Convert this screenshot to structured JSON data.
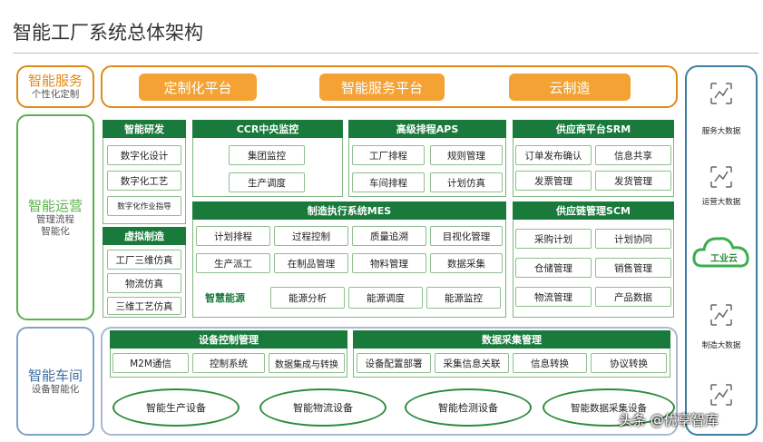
{
  "title": "智能工厂系统总体架构",
  "layers": {
    "service": {
      "main": "智能服务",
      "sub": "个性化定制",
      "color": "#e08a16"
    },
    "operation": {
      "main": "智能运营",
      "sub1": "管理流程",
      "sub2": "智能化",
      "color": "#5bb04a"
    },
    "workshop": {
      "main": "智能车间",
      "sub": "设备智能化",
      "color": "#7ea3c8"
    }
  },
  "service_platforms": [
    "定制化平台",
    "智能服务平台",
    "云制造"
  ],
  "panels": {
    "rnd": {
      "title": "智能研发",
      "items": [
        "数字化设计",
        "数字化工艺",
        "数字化作业指导"
      ]
    },
    "virtual": {
      "title": "虚拟制造",
      "items": [
        "工厂三维仿真",
        "物流仿真",
        "三维工艺仿真"
      ]
    },
    "ccr": {
      "title": "CCR中央监控",
      "items": [
        "集团监控",
        "生产调度"
      ]
    },
    "aps": {
      "title": "高级排程APS",
      "items": [
        "工厂排程",
        "规则管理",
        "车间排程",
        "计划仿真"
      ]
    },
    "srm": {
      "title": "供应商平台SRM",
      "items": [
        "订单发布确认",
        "信息共享",
        "发票管理",
        "发货管理"
      ]
    },
    "mes": {
      "title": "制造执行系统MES",
      "items": [
        "计划排程",
        "过程控制",
        "质量追溯",
        "目视化管理",
        "生产派工",
        "在制品管理",
        "物料管理",
        "数据采集"
      ]
    },
    "energy": {
      "title": "智慧能源",
      "items": [
        "能源分析",
        "能源调度",
        "能源监控"
      ]
    },
    "scm": {
      "title": "供应链管理SCM",
      "items": [
        "采购计划",
        "计划协同",
        "仓储管理",
        "销售管理",
        "物流管理",
        "产品数据"
      ]
    },
    "device": {
      "title": "设备控制管理",
      "items": [
        "M2M通信",
        "控制系统",
        "数据集成与转换"
      ]
    },
    "datacollect": {
      "title": "数据采集管理",
      "items": [
        "设备配置部署",
        "采集信息关联",
        "信息转换",
        "协议转换"
      ]
    }
  },
  "equipment": [
    "智能生产设备",
    "智能物流设备",
    "智能检测设备",
    "智能数据采集设备"
  ],
  "right_panel": {
    "items": [
      "服务大数据",
      "运营大数据",
      "工业云",
      "制造大数据"
    ],
    "icons": [
      "chart-icon",
      "chart-icon",
      "cloud-icon",
      "chart-icon",
      "chart-icon"
    ]
  },
  "watermark": "头条 @优享智库",
  "colors": {
    "green_header": "#1a7a3c",
    "orange": "#f3a233",
    "blue_border": "#3d7fa0"
  }
}
